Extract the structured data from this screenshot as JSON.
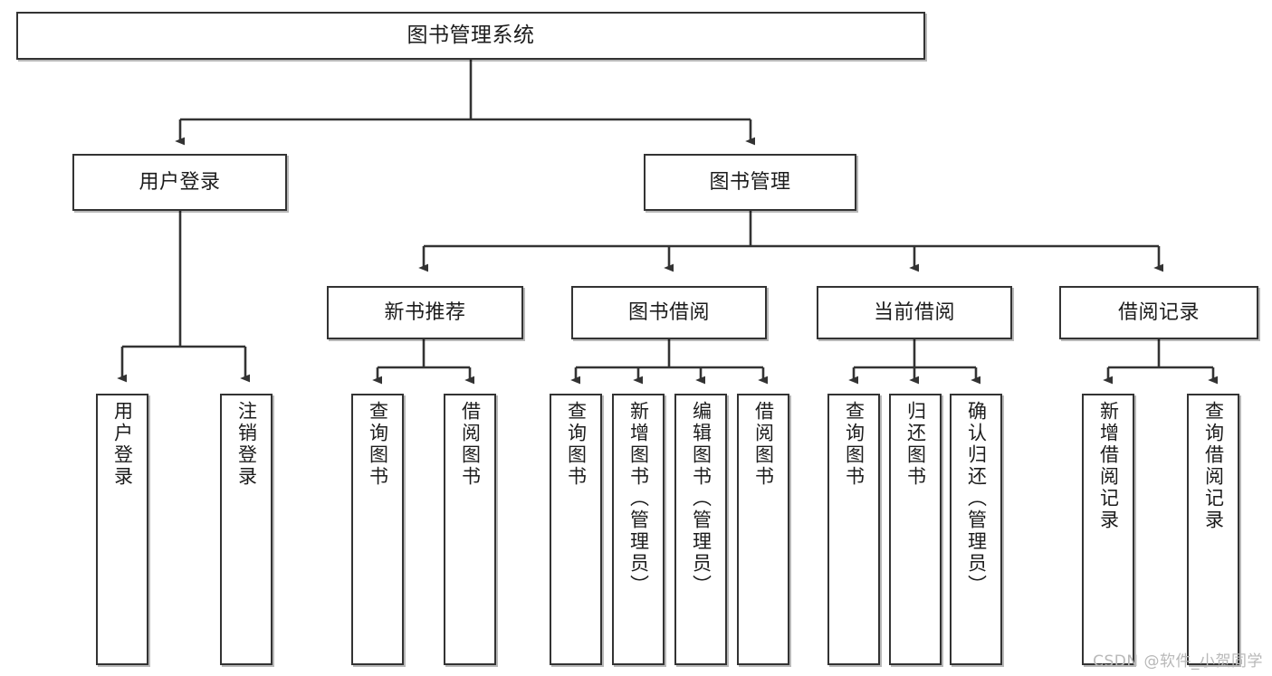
{
  "diagram": {
    "type": "tree",
    "title": "图书管理系统",
    "watermark": "CSDN @软件_小贺同学",
    "colors": {
      "box_border": "#333333",
      "box_fill": "#ffffff",
      "connector": "#333333",
      "text": "#1c1c1c",
      "watermark": "#b8b8b8"
    },
    "levels": {
      "root": {
        "label": "图书管理系统"
      },
      "level2": [
        {
          "label": "用户登录"
        },
        {
          "label": "图书管理"
        }
      ],
      "level3": [
        {
          "label": "新书推荐"
        },
        {
          "label": "图书借阅"
        },
        {
          "label": "当前借阅"
        },
        {
          "label": "借阅记录"
        }
      ],
      "leaves": {
        "user_login": [
          {
            "label": "用户登录"
          },
          {
            "label": "注销登录"
          }
        ],
        "new_book_recommend": [
          {
            "label": "查询图书"
          },
          {
            "label": "借阅图书"
          }
        ],
        "book_borrow": [
          {
            "label": "查询图书"
          },
          {
            "label": "新增图书（管理员）"
          },
          {
            "label": "编辑图书（管理员）"
          },
          {
            "label": "借阅图书"
          }
        ],
        "current_borrow": [
          {
            "label": "查询图书"
          },
          {
            "label": "归还图书"
          },
          {
            "label": "确认归还（管理员）"
          }
        ],
        "borrow_record": [
          {
            "label": "新增借阅记录"
          },
          {
            "label": "查询借阅记录"
          }
        ]
      }
    }
  }
}
